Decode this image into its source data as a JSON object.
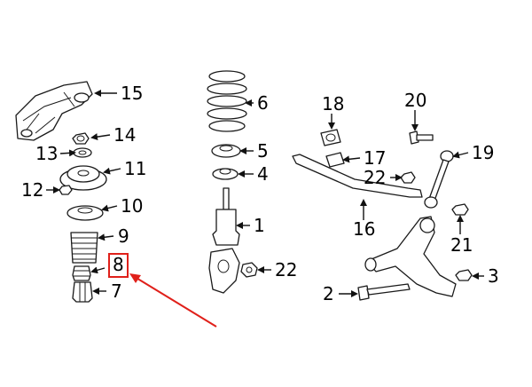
{
  "diagram": {
    "callouts": [
      {
        "id": "c15",
        "label": "15"
      },
      {
        "id": "c14",
        "label": "14"
      },
      {
        "id": "c13",
        "label": "13"
      },
      {
        "id": "c11",
        "label": "11"
      },
      {
        "id": "c12",
        "label": "12"
      },
      {
        "id": "c10",
        "label": "10"
      },
      {
        "id": "c9",
        "label": "9"
      },
      {
        "id": "c8",
        "label": "8"
      },
      {
        "id": "c7",
        "label": "7"
      },
      {
        "id": "c6",
        "label": "6"
      },
      {
        "id": "c5",
        "label": "5"
      },
      {
        "id": "c4",
        "label": "4"
      },
      {
        "id": "c1",
        "label": "1"
      },
      {
        "id": "c22a",
        "label": "22"
      },
      {
        "id": "c18",
        "label": "18"
      },
      {
        "id": "c20",
        "label": "20"
      },
      {
        "id": "c17",
        "label": "17"
      },
      {
        "id": "c19",
        "label": "19"
      },
      {
        "id": "c22b",
        "label": "22"
      },
      {
        "id": "c16",
        "label": "16"
      },
      {
        "id": "c21",
        "label": "21"
      },
      {
        "id": "c3",
        "label": "3"
      },
      {
        "id": "c2",
        "label": "2"
      }
    ],
    "highlight": {
      "label_ref": "8",
      "color": "#e0201a"
    }
  }
}
